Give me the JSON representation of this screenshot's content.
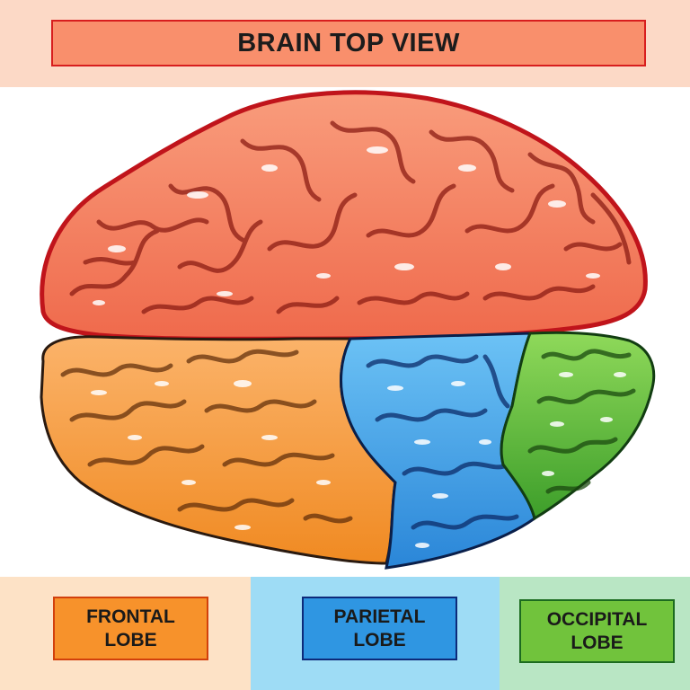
{
  "title": "BRAIN TOP VIEW",
  "labels": {
    "frontal": "FRONTAL\nLOBE",
    "parietal": "PARIETAL\nLOBE",
    "occipital": "OCCIPITAL\nLOBE"
  },
  "colors": {
    "top_hemisphere": "#f4785a",
    "frontal": "#f7922b",
    "parietal": "#3aa0e6",
    "occipital": "#5fba3a",
    "outline": "#c0141b"
  },
  "regions": [
    "top-hemisphere",
    "frontal-lobe",
    "parietal-lobe",
    "occipital-lobe"
  ]
}
